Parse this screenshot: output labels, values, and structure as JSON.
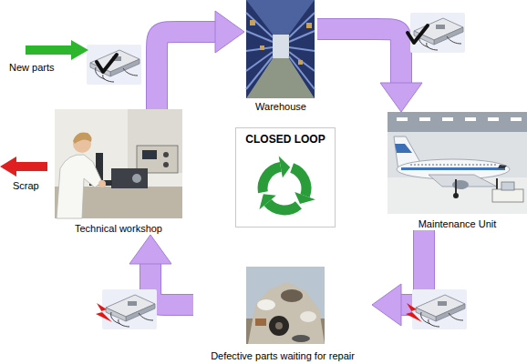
{
  "diagram": {
    "nodes": [
      {
        "text": [
          "Warehouse"
        ]
      },
      {
        "text": [
          "Technical workshop"
        ]
      },
      {
        "text": [
          "CLOSED LOOP"
        ]
      },
      {
        "text": [
          "Maintenance Unit"
        ]
      },
      {
        "text": [
          "Defective parts waiting for repair"
        ]
      }
    ],
    "edges": [
      {
        "from": 0,
        "to": 3,
        "arrow": "to"
      },
      {
        "from": 3,
        "to": 4,
        "arrow": "to"
      },
      {
        "from": 4,
        "to": 1,
        "arrow": "to"
      },
      {
        "from": 1,
        "to": 0,
        "arrow": "to"
      }
    ],
    "labels": [
      "New parts",
      "Scrap"
    ]
  }
}
